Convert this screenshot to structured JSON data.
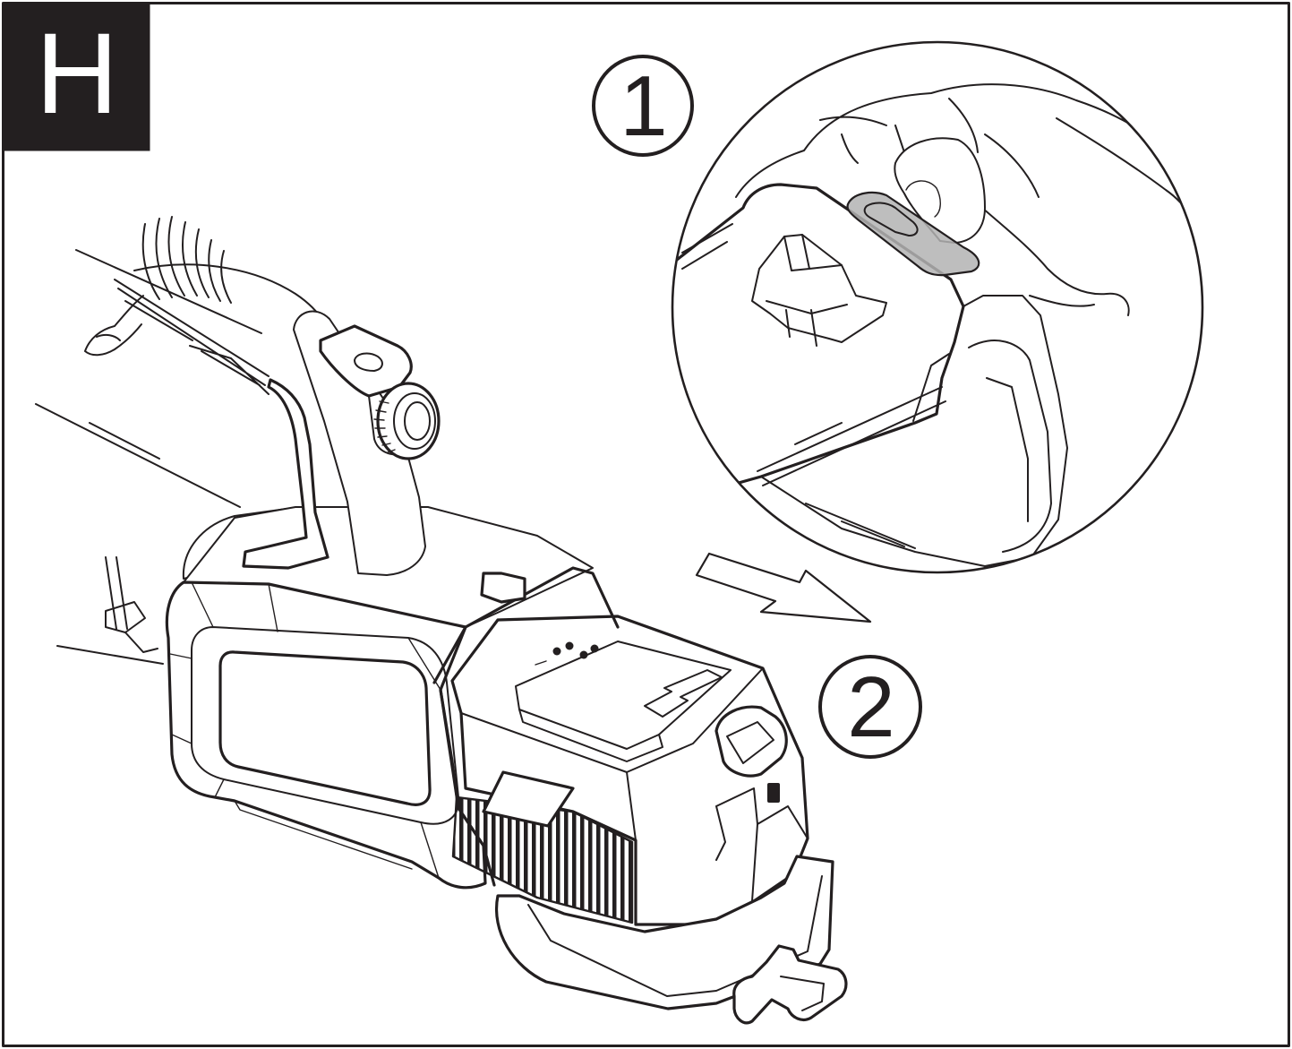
{
  "figure_label": "H",
  "steps": [
    {
      "number": "1"
    },
    {
      "number": "2"
    }
  ],
  "colors": {
    "ink": "#231f20",
    "paper": "#ffffff",
    "release_button": "#b3b3b3"
  }
}
